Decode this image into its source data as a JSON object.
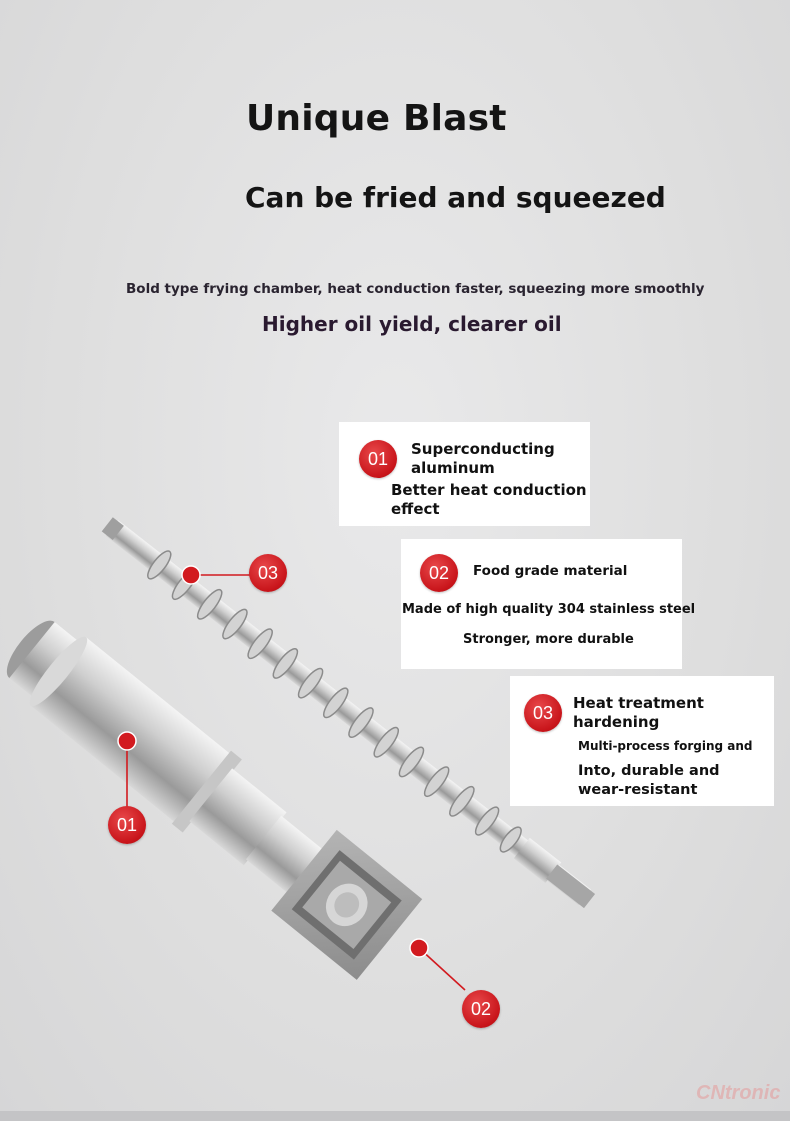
{
  "header": {
    "title": "Unique Blast",
    "subtitle": "Can be fried and squeezed",
    "tagline": "Bold type frying chamber, heat conduction faster, squeezing more smoothly",
    "tagline2": "Higher oil yield, clearer oil"
  },
  "features": [
    {
      "number": "01",
      "line1": "Superconducting",
      "line2": "aluminum",
      "line3": "Better heat conduction",
      "line4": "effect"
    },
    {
      "number": "02",
      "line1": "Food grade material",
      "line2": "Made of high quality 304 stainless steel",
      "line3": "Stronger, more durable"
    },
    {
      "number": "03",
      "line1": "Heat treatment",
      "line2": "hardening",
      "line3": "Multi-process forging and",
      "line4": "Into, durable and",
      "line5": "wear-resistant"
    }
  ],
  "callouts": {
    "chamber": "01",
    "outlet": "02",
    "screw": "03"
  },
  "watermark": {
    "brand_prefix": "CN",
    "brand_suffix": "tronic"
  },
  "colors": {
    "accent_red": "#d21a1f",
    "background": "#e3e3e4",
    "card": "#ffffff"
  }
}
